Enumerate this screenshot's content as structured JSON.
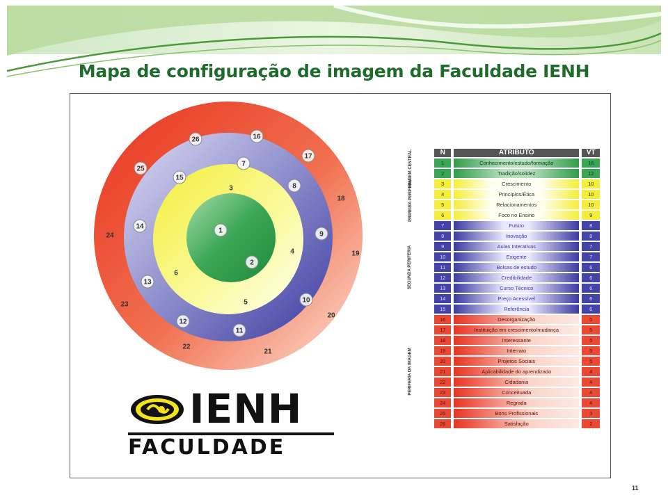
{
  "slide": {
    "title": "Mapa de configuração de imagem da Faculdade IENH",
    "page_number": "11"
  },
  "colors": {
    "title": "#1f6b2c",
    "central": "#2f9c4a",
    "first_periphery": "#f4ee3a",
    "second_periphery": "#3c3ca0",
    "image_periphery": "#e83322"
  },
  "logo": {
    "wordmark": "IENH",
    "subtitle": "FACULDADE"
  },
  "diagram": {
    "rings": [
      {
        "name": "central",
        "numbers": [
          "1",
          "2"
        ]
      },
      {
        "name": "first-periphery",
        "numbers": [
          "3",
          "4",
          "5",
          "6"
        ]
      },
      {
        "name": "second-periphery",
        "numbers": [
          "7",
          "8",
          "9",
          "10",
          "11",
          "12",
          "13",
          "14",
          "15"
        ]
      },
      {
        "name": "image-periphery",
        "numbers": [
          "16",
          "17",
          "18",
          "19",
          "20",
          "21",
          "22",
          "23",
          "24",
          "25",
          "26"
        ]
      }
    ]
  },
  "table": {
    "headers": {
      "n": "N",
      "attribute": "ATRIBUTO",
      "vt": "VT"
    },
    "groups": [
      {
        "key": "green",
        "label": "IMAGEM CENTRAL",
        "rows": [
          {
            "n": "1",
            "attribute": "Conhecimento/estudo/formação",
            "vt": "16"
          },
          {
            "n": "2",
            "attribute": "Tradição/solidez",
            "vt": "12"
          }
        ]
      },
      {
        "key": "yellow",
        "label": "PRIMEIRA PERIFERIA",
        "rows": [
          {
            "n": "3",
            "attribute": "Crescimento",
            "vt": "10"
          },
          {
            "n": "4",
            "attribute": "Princípios/Ética",
            "vt": "10"
          },
          {
            "n": "5",
            "attribute": "Relacionamentos",
            "vt": "10"
          },
          {
            "n": "6",
            "attribute": "Foco no Ensino",
            "vt": "9"
          }
        ]
      },
      {
        "key": "blue",
        "label": "SEGUNDA PERIFERIA",
        "rows": [
          {
            "n": "7",
            "attribute": "Futuro",
            "vt": "8"
          },
          {
            "n": "8",
            "attribute": "Inovação",
            "vt": "8"
          },
          {
            "n": "9",
            "attribute": "Aulas Interativas",
            "vt": "7"
          },
          {
            "n": "10",
            "attribute": "Exigente",
            "vt": "7"
          },
          {
            "n": "11",
            "attribute": "Bolsas de estudo",
            "vt": "6"
          },
          {
            "n": "12",
            "attribute": "Credibilidade",
            "vt": "6"
          },
          {
            "n": "13",
            "attribute": "Curso Técnico",
            "vt": "6"
          },
          {
            "n": "14",
            "attribute": "Preço Acessível",
            "vt": "6"
          },
          {
            "n": "15",
            "attribute": "Referência",
            "vt": "6"
          }
        ]
      },
      {
        "key": "red",
        "label": "PERIFERIA DA IMAGEM",
        "rows": [
          {
            "n": "16",
            "attribute": "Desorganização",
            "vt": "5"
          },
          {
            "n": "17",
            "attribute": "Instituição em crescimento/mudança",
            "vt": "5"
          },
          {
            "n": "18",
            "attribute": "Interessante",
            "vt": "5"
          },
          {
            "n": "19",
            "attribute": "Interrato",
            "vt": "5"
          },
          {
            "n": "20",
            "attribute": "Projetos Sociais",
            "vt": "5"
          },
          {
            "n": "21",
            "attribute": "Aplicabilidade do aprendizado",
            "vt": "4"
          },
          {
            "n": "22",
            "attribute": "Cidadania",
            "vt": "4"
          },
          {
            "n": "23",
            "attribute": "Conceituada",
            "vt": "4"
          },
          {
            "n": "24",
            "attribute": "Regrada",
            "vt": "4"
          },
          {
            "n": "25",
            "attribute": "Bons Profissionais",
            "vt": "3"
          },
          {
            "n": "26",
            "attribute": "Satisfação",
            "vt": "2"
          }
        ]
      }
    ]
  }
}
